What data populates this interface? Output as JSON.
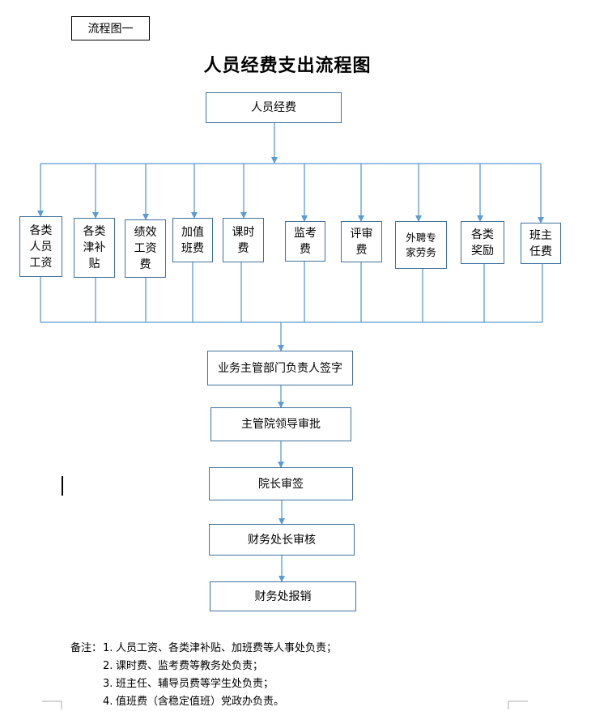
{
  "tag_label": "流程图一",
  "title": "人员经费支出流程图",
  "top_box": "人员经费",
  "categories": [
    {
      "id": "cat-1",
      "lines": [
        "各类",
        "人员",
        "工资"
      ]
    },
    {
      "id": "cat-2",
      "lines": [
        "各类",
        "津补",
        "贴"
      ]
    },
    {
      "id": "cat-3",
      "lines": [
        "绩效",
        "工资",
        "费"
      ]
    },
    {
      "id": "cat-4",
      "lines": [
        "加值",
        "班费"
      ]
    },
    {
      "id": "cat-5",
      "lines": [
        "课时",
        "费"
      ]
    },
    {
      "id": "cat-6",
      "lines": [
        "监考",
        "费"
      ]
    },
    {
      "id": "cat-7",
      "lines": [
        "评审",
        "费"
      ]
    },
    {
      "id": "cat-8",
      "lines": [
        "外聘专",
        "家劳务"
      ]
    },
    {
      "id": "cat-9",
      "lines": [
        "各类",
        "奖励"
      ]
    },
    {
      "id": "cat-10",
      "lines": [
        "班主",
        "任费"
      ]
    }
  ],
  "steps": [
    "业务主管部门负责人签字",
    "主管院领导审批",
    "院长审签",
    "财务处长审核",
    "财务处报销"
  ],
  "notes": {
    "label": "备注：",
    "items": [
      {
        "num": "1.",
        "text": "人员工资、各类津补贴、加班费等人事处负责；"
      },
      {
        "num": "2.",
        "text": "课时费、监考费等教务处负责；"
      },
      {
        "num": "3.",
        "text": "班主任、辅导员费等学生处负责；"
      },
      {
        "num": "4.",
        "text": "值班费（含稳定值班）党政办负责。"
      }
    ]
  },
  "colors": {
    "line": "#5b9bd5",
    "box_border": "#41719c"
  }
}
